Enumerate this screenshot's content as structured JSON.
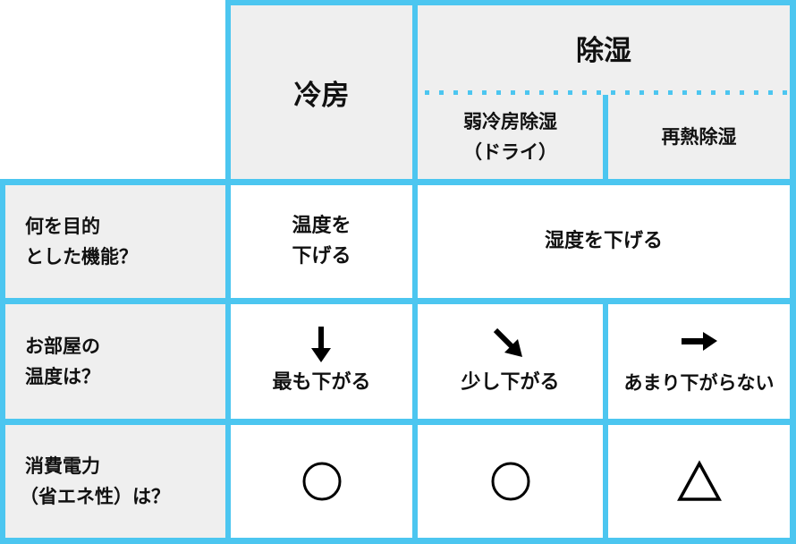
{
  "header": {
    "col_cooling": "冷房",
    "col_dehumidify": "除湿",
    "sub_weak_cooling_line1": "弱冷房除湿",
    "sub_weak_cooling_line2": "（ドライ）",
    "sub_reheat": "再熱除湿"
  },
  "rows": [
    {
      "label_line1": "何を目的",
      "label_line2": "とした機能？",
      "cooling_line1": "温度を",
      "cooling_line2": "下げる",
      "dehumidify": "湿度を下げる"
    },
    {
      "label_line1": "お部屋の",
      "label_line2": "温度は？",
      "cooling": "最も下がる",
      "cooling_icon": "arrow-down",
      "weak": "少し下がる",
      "weak_icon": "arrow-down-right",
      "reheat": "あまり下がらない",
      "reheat_icon": "arrow-right"
    },
    {
      "label_line1": "消費電力",
      "label_line2": "（省エネ性）は？",
      "cooling": "○",
      "weak": "○",
      "reheat": "△"
    }
  ],
  "colors": {
    "border": "#4cc6f0",
    "header_bg": "#efefef",
    "cell_bg": "#ffffff"
  }
}
